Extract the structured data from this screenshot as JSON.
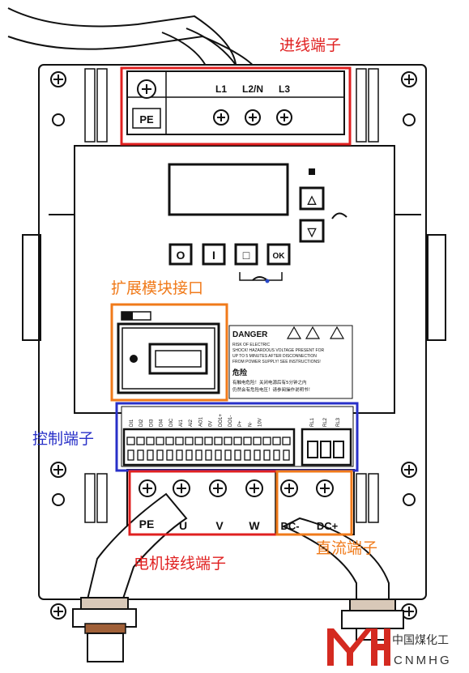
{
  "annotations": {
    "input_terminals": "进线端子",
    "expansion_interface": "扩展模块接口",
    "control_terminals": "控制端子",
    "motor_terminals": "电机接线端子",
    "dc_terminals": "直流端子"
  },
  "input_block": {
    "pe": "PE",
    "l1": "L1",
    "l2n": "L2/N",
    "l3": "L3"
  },
  "motor_block": {
    "pe": "PE",
    "u": "U",
    "v": "V",
    "w": "W",
    "dcm": "DC-",
    "dcp": "DC+"
  },
  "keypad": {
    "stop": "O",
    "run": "I",
    "menu": "□",
    "ok": "OK",
    "up": "△",
    "down": "▽"
  },
  "danger": {
    "title": "DANGER",
    "line1": "RISK OF ELECTRIC",
    "line2": "SHOCK! HAZARDOUS VOLTAGE PRESENT FOR",
    "line3": "UP TO 5 MINUTES AFTER DISCONNECTION",
    "line4": "FROM POWER SUPPLY! SEE INSTRUCTIONS!",
    "cn_title": "危险",
    "cn_line1": "有触电危险！关闭电源后有5分钟之内",
    "cn_line2": "仍然会有危险电压！请参阅操作说明书！"
  },
  "control_labels": [
    "DI1",
    "DI2",
    "DI3",
    "DI4",
    "DIC",
    "AI1",
    "AI2",
    "AO1",
    "0V",
    "DO1+",
    "DO1-",
    "P+",
    "N-",
    "10V",
    "RL1",
    "RL2",
    "RL3"
  ],
  "logo": {
    "cn": "中国煤化工",
    "en": "CNMHG"
  },
  "colors": {
    "red": "#e02020",
    "orange": "#f07a1a",
    "blue": "#2830c8",
    "line": "#111111"
  }
}
